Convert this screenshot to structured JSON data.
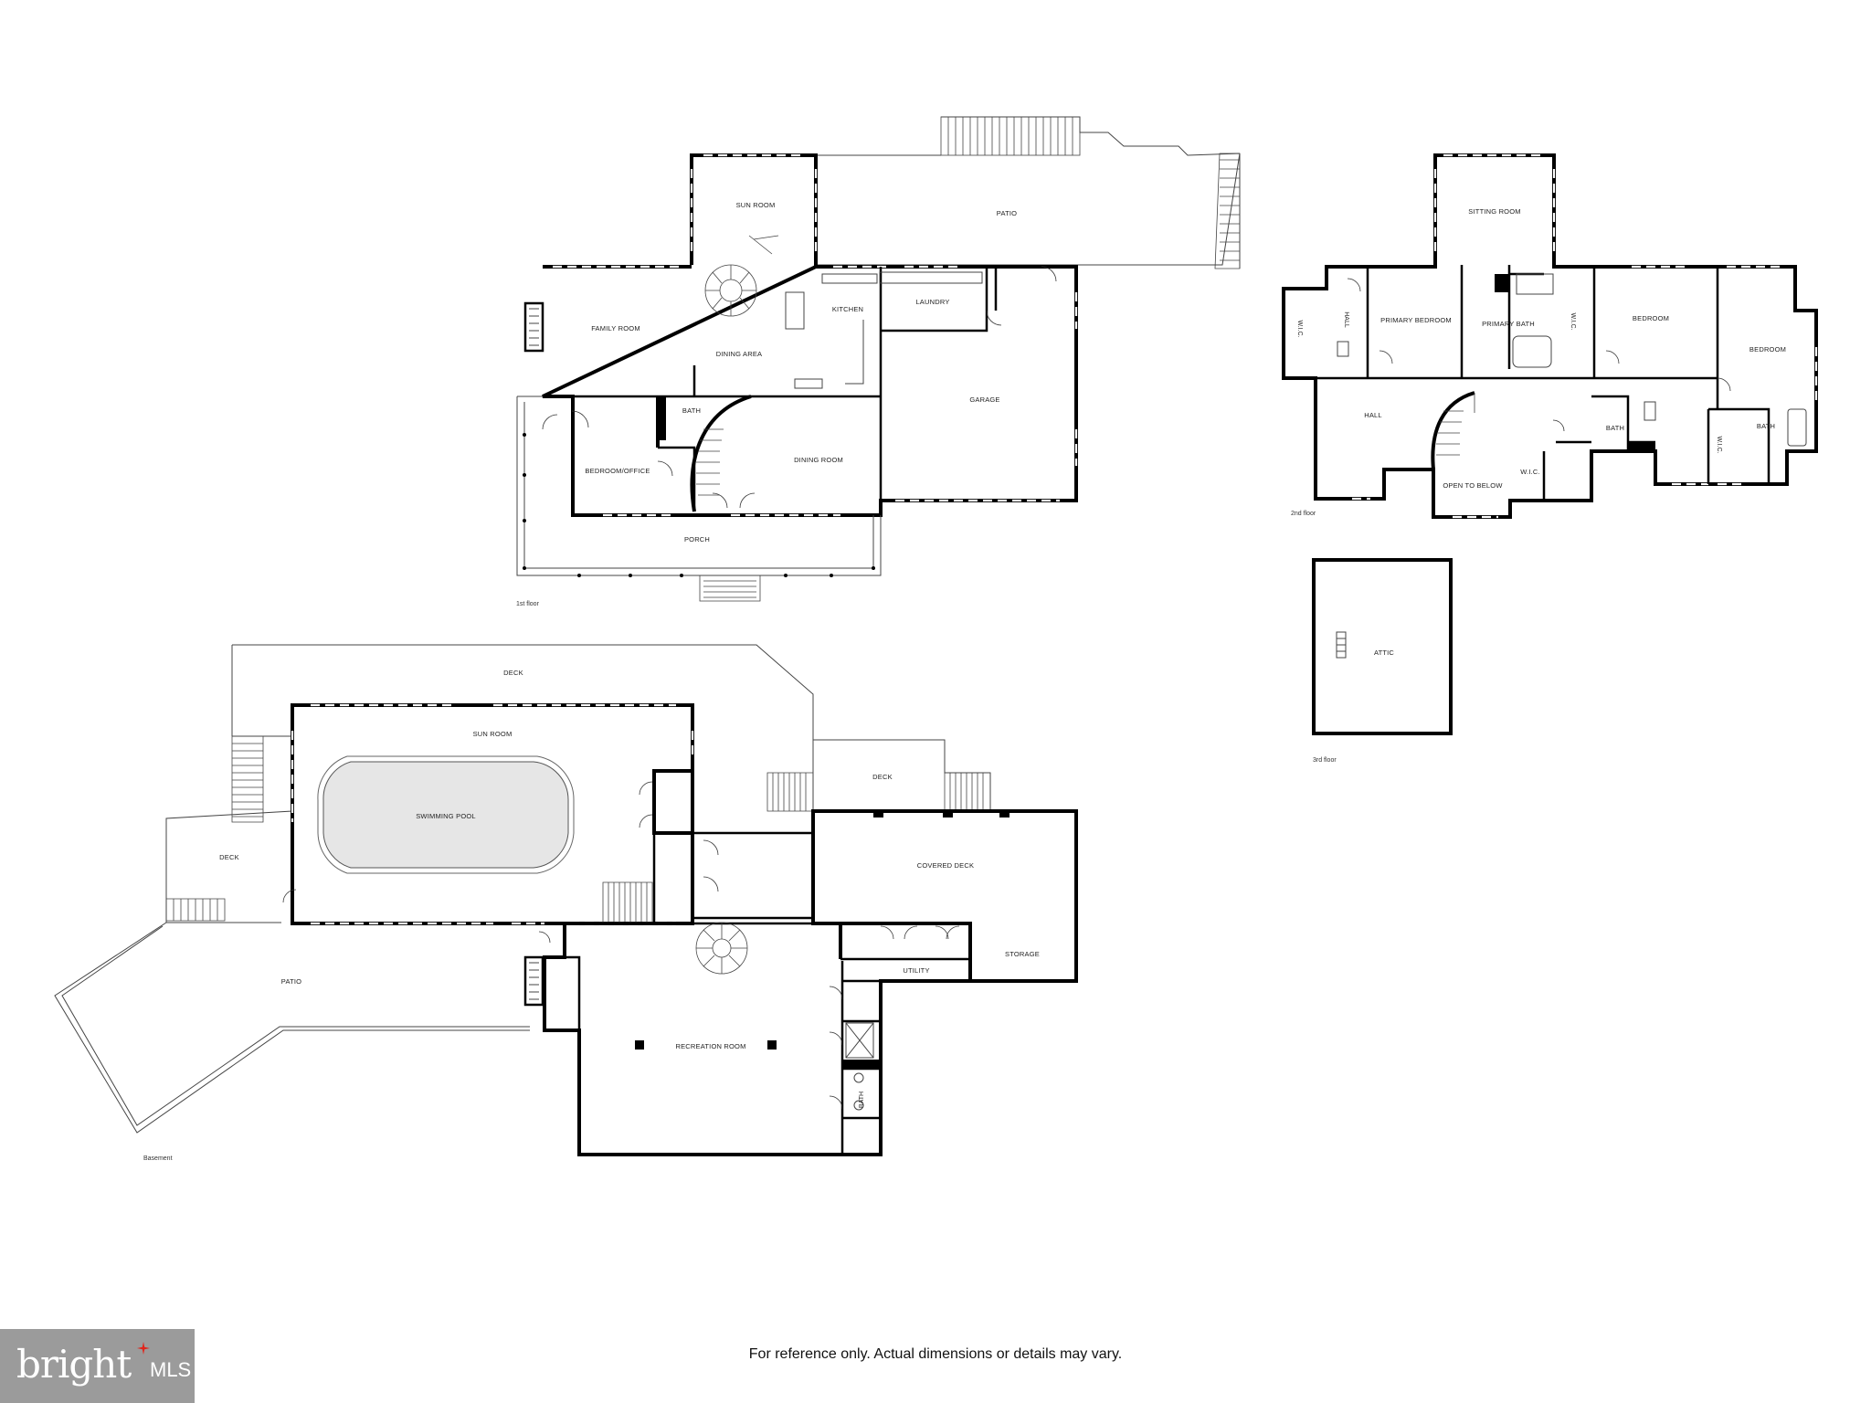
{
  "floors": {
    "first": {
      "label": "1st floor",
      "rooms": {
        "sun_room": "SUN ROOM",
        "patio": "PATIO",
        "family_room": "FAMILY ROOM",
        "dining_area": "DINING AREA",
        "kitchen": "KITCHEN",
        "laundry": "LAUNDRY",
        "garage": "GARAGE",
        "bath": "BATH",
        "bedroom_office": "BEDROOM/OFFICE",
        "dining_room": "DINING ROOM",
        "porch": "PORCH"
      }
    },
    "second": {
      "label": "2nd floor",
      "rooms": {
        "sitting_room": "SITTING ROOM",
        "wic_left": "W.I.C.",
        "hall_small": "HALL",
        "primary_bedroom": "PRIMARY BEDROOM",
        "primary_bath": "PRIMARY BATH",
        "wic_primary": "W.I.C.",
        "bedroom_a": "BEDROOM",
        "bedroom_b": "BEDROOM",
        "hall": "HALL",
        "open_to_below": "OPEN TO BELOW",
        "wic_center": "W.I.C.",
        "bath_a": "BATH",
        "wic_right": "W.I.C.",
        "bath_b": "BATH"
      }
    },
    "third": {
      "label": "3rd floor",
      "rooms": {
        "attic": "ATTIC"
      }
    },
    "basement": {
      "label": "Basement",
      "rooms": {
        "deck_top": "DECK",
        "sun_room": "SUN ROOM",
        "swimming_pool": "SWIMMING POOL",
        "deck_left": "DECK",
        "deck_mid": "DECK",
        "covered_deck": "COVERED DECK",
        "patio": "PATIO",
        "utility": "UTILITY",
        "storage": "STORAGE",
        "recreation_room": "RECREATION ROOM",
        "bath": "BATH"
      }
    }
  },
  "footer": {
    "disclaimer": "For reference only. Actual dimensions or details may vary.",
    "logo_word": "bright",
    "logo_suffix": "MLS"
  },
  "colors": {
    "walls": "#000000",
    "pool": "#e6e6e6",
    "logo_bg": "#9b9b9b",
    "logo_accent": "#e1251b"
  }
}
